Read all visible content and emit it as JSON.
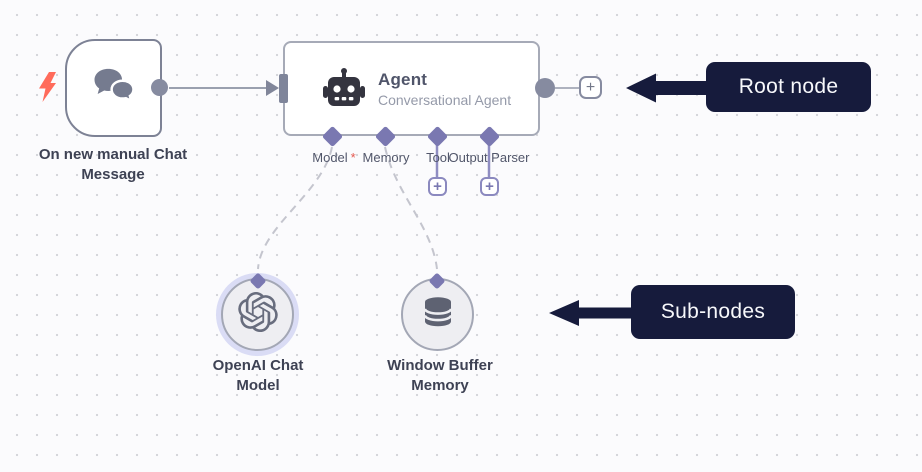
{
  "canvas": {
    "background": "#fbfbfd",
    "dot_color": "#d5d6db"
  },
  "colors": {
    "node_border_gray": "#7d8295",
    "agent_border": "#a6aab7",
    "port_gray": "#868ba0",
    "connector_purple": "#7a78b1",
    "dashed_line": "#c4c5ce",
    "trigger_bolt_red": "#ff6b5b",
    "required_red": "#e4574e",
    "annotation_navy": "#161b3c",
    "label_text": "#3e4254",
    "openai_halo": "#dadcf5"
  },
  "symbols": {
    "plus": "+"
  },
  "nodes": {
    "trigger": {
      "label_line1": "On new manual Chat",
      "label_line2": "Message",
      "icon": "chat-bubbles"
    },
    "agent": {
      "title": "Agent",
      "subtitle": "Conversational Agent",
      "icon": "robot",
      "required_marker": "*",
      "ports": [
        {
          "label": "Model",
          "required": true
        },
        {
          "label": "Memory",
          "required": false
        },
        {
          "label": "Tool",
          "required": false
        },
        {
          "label": "Output Parser",
          "required": false
        }
      ]
    },
    "openai_chat_model": {
      "label_line1": "OpenAI Chat",
      "label_line2": "Model",
      "icon": "openai-logo"
    },
    "window_buffer_memory": {
      "label_line1": "Window Buffer",
      "label_line2": "Memory",
      "icon": "database"
    }
  },
  "annotations": {
    "root": "Root node",
    "subnodes": "Sub-nodes"
  }
}
